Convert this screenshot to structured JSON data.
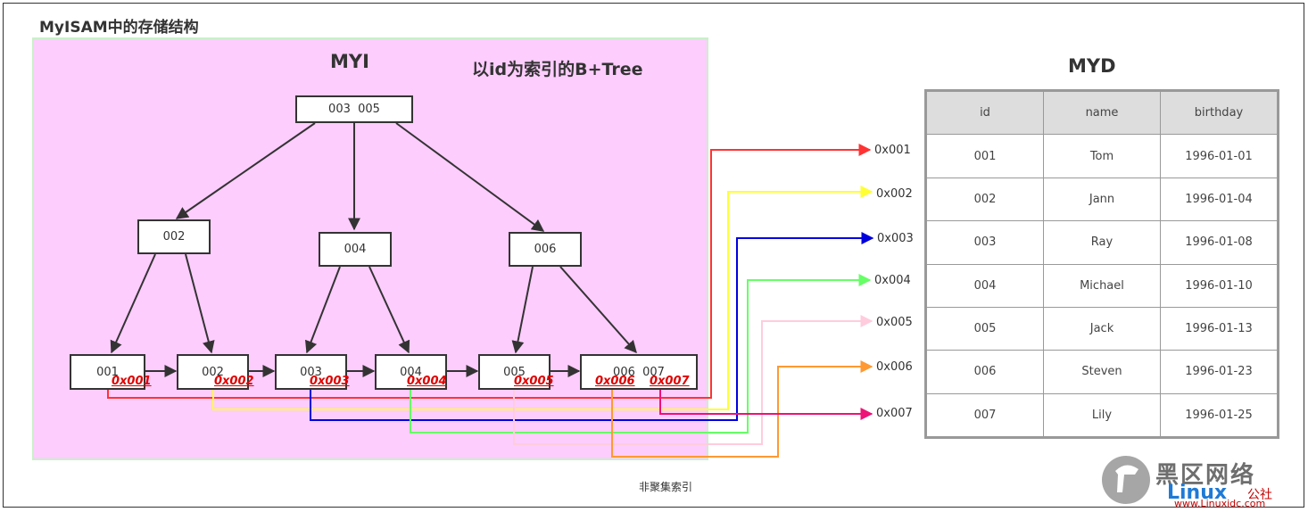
{
  "title": "MyISAM中的存储结构",
  "myi": {
    "title": "MYI",
    "caption": "以id为索引的B+Tree",
    "root": "003  005",
    "level2": [
      "002",
      "004",
      "006"
    ],
    "leaves": [
      "001",
      "002",
      "003",
      "004",
      "005",
      "006  007"
    ],
    "pointers": [
      "0x001",
      "0x002",
      "0x003",
      "0x004",
      "0x005",
      "0x006",
      "0x007"
    ]
  },
  "addresses": [
    "0x001",
    "0x002",
    "0x003",
    "0x004",
    "0x005",
    "0x006",
    "0x007"
  ],
  "pointer_colors": [
    "#ff3333",
    "#ffff33",
    "#0000dd",
    "#66ff66",
    "#ffccdd",
    "#ff9933",
    "#ee1177"
  ],
  "myd": {
    "title": "MYD",
    "headers": [
      "id",
      "name",
      "birthday"
    ],
    "rows": [
      [
        "001",
        "Tom",
        "1996-01-01"
      ],
      [
        "002",
        "Jann",
        "1996-01-04"
      ],
      [
        "003",
        "Ray",
        "1996-01-08"
      ],
      [
        "004",
        "Michael",
        "1996-01-10"
      ],
      [
        "005",
        "Jack",
        "1996-01-13"
      ],
      [
        "006",
        "Steven",
        "1996-01-23"
      ],
      [
        "007",
        "Lily",
        "1996-01-25"
      ]
    ]
  },
  "footer": "非聚集索引",
  "watermark": {
    "text": "黑区网络",
    "brand": "Linux",
    "brand_suffix": "公社",
    "url": "www.Linuxidc.com"
  }
}
